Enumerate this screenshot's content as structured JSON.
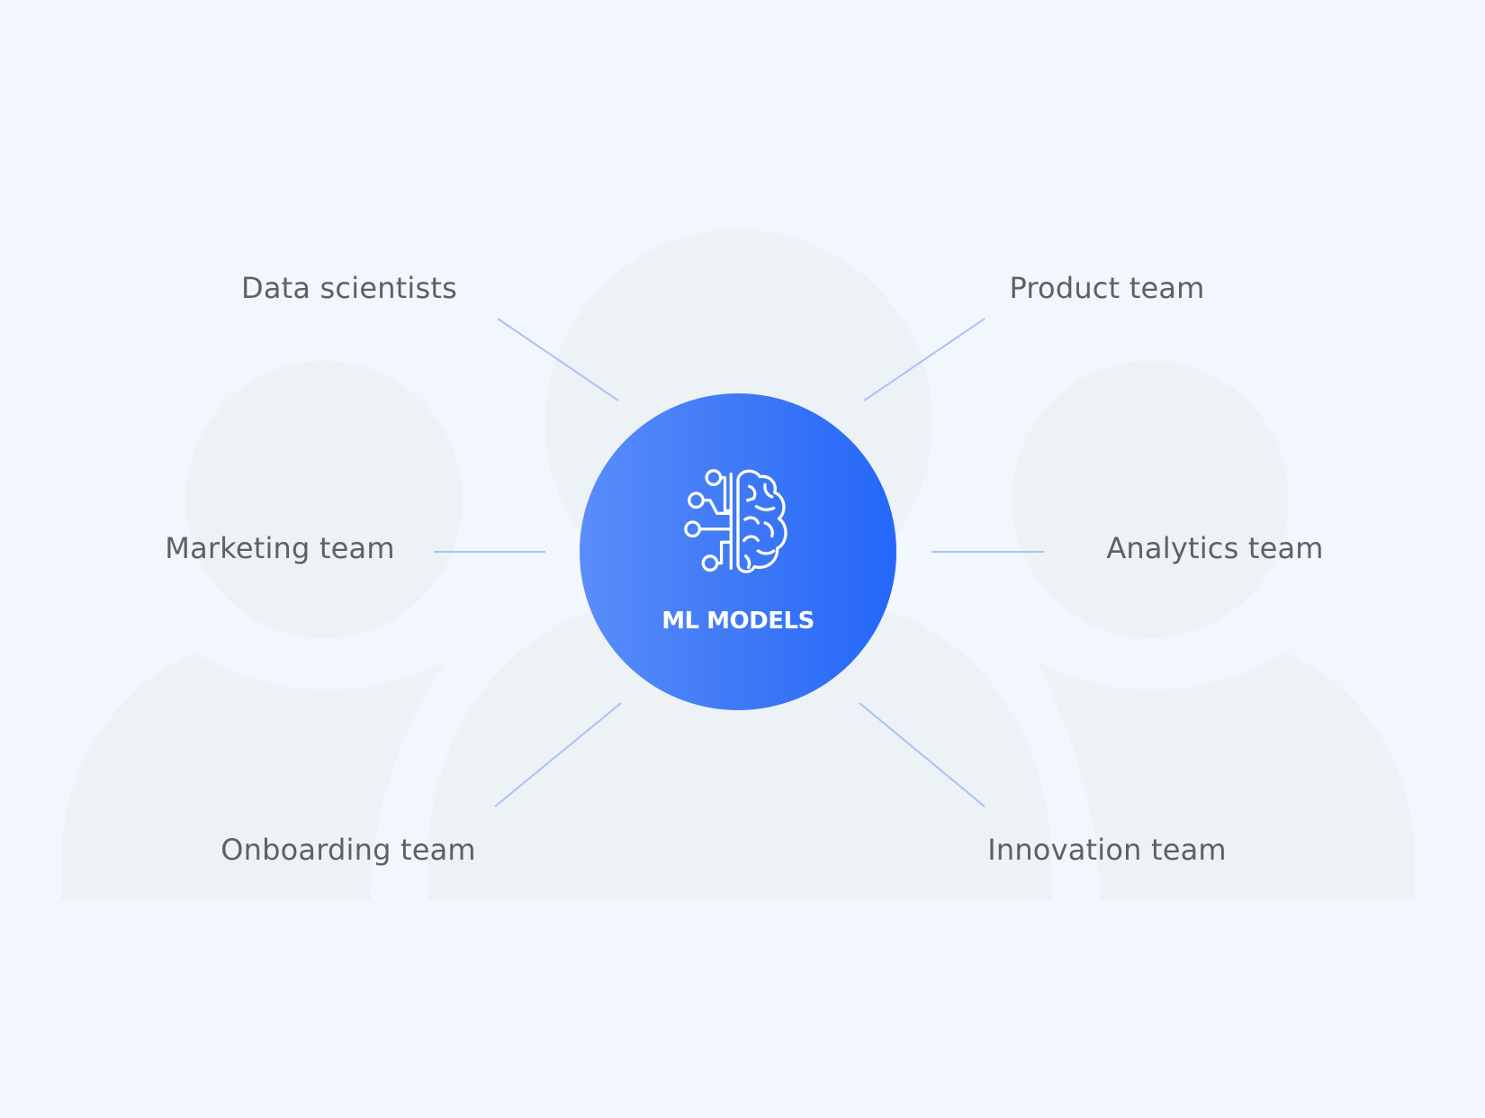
{
  "hub": {
    "title": "ML MODELS",
    "icon": "brain-circuit-icon",
    "gradient": [
      "#5a8dfb",
      "#2467f9"
    ]
  },
  "teams": {
    "top_left": "Data scientists",
    "top_right": "Product team",
    "middle_left": "Marketing team",
    "middle_right": "Analytics team",
    "bottom_left": "Onboarding team",
    "bottom_right": "Innovation team"
  },
  "colors": {
    "background": "#f2f7fd",
    "silhouette": "#edf2f6",
    "connector": "#a9c3f2",
    "label": "#5d6065"
  }
}
